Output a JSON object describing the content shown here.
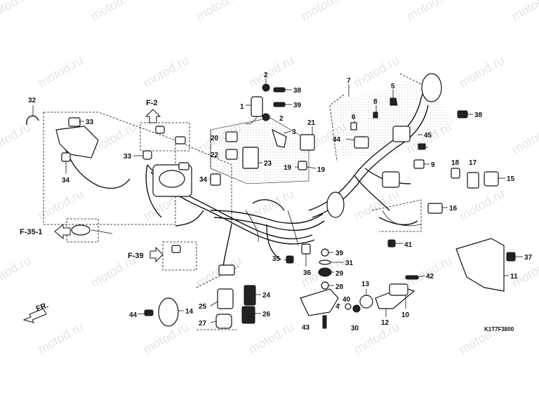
{
  "watermark": "motod.ru",
  "diagram_code": "K1T7F3800",
  "direction_label": "FR.",
  "refs": {
    "f2": "F-2",
    "f35": "F-35-1",
    "f39": "F-39"
  },
  "callouts": [
    "1",
    "2",
    "2",
    "3",
    "4",
    "5",
    "6",
    "7",
    "8",
    "9",
    "10",
    "11",
    "12",
    "13",
    "14",
    "15",
    "16",
    "17",
    "18",
    "19",
    "19",
    "20",
    "21",
    "22",
    "23",
    "24",
    "25",
    "26",
    "27",
    "28",
    "29",
    "30",
    "31",
    "32",
    "33",
    "33",
    "34",
    "34",
    "35",
    "36",
    "37",
    "38",
    "38",
    "39",
    "39",
    "40",
    "41",
    "42",
    "43",
    "44",
    "44",
    "45"
  ]
}
